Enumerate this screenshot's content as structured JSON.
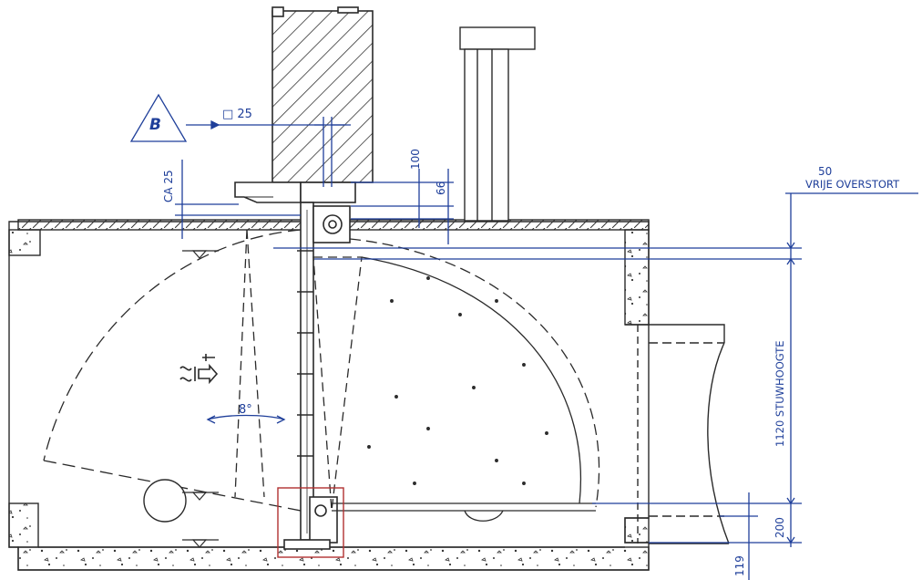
{
  "colors": {
    "ink": "#2a2a2a",
    "dimension_blue": "#1f3f9a",
    "detail_box_red": "#b03030",
    "hatch": "#333333"
  },
  "labels": {
    "datum_letter": "B",
    "square_25": "□ 25",
    "ca_25": "CA 25",
    "dim_100": "100",
    "dim_66": "66",
    "dim_50": "50",
    "vrije_overstort": "VRIJE OVERSTORT",
    "stuwhoogte": "1120  STUWHOOGTE",
    "dim_200": "200",
    "dim_119": "119",
    "angle_8": "8°"
  },
  "icons": {
    "flow_direction": "tilde-arrow-icon",
    "water_level": "water-level-triangle-icon"
  }
}
